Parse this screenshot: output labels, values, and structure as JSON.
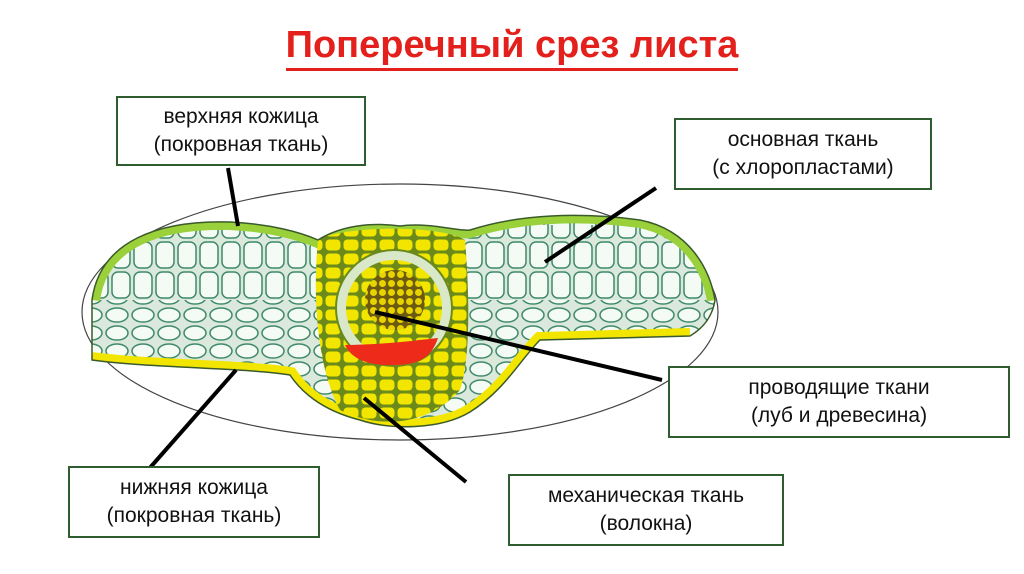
{
  "title": "Поперечный срез листа",
  "labels": {
    "upper_epidermis": {
      "line1": "верхняя кожица",
      "line2": "(покровная ткань)"
    },
    "ground_tissue": {
      "line1": "основная ткань",
      "line2": "(с хлоропластами)"
    },
    "conducting_tissue": {
      "line1": "проводящие ткани",
      "line2": "(луб и древесина)"
    },
    "lower_epidermis": {
      "line1": "нижняя кожица",
      "line2": "(покровная ткань)"
    },
    "mechanical_tissue": {
      "line1": "механическая ткань",
      "line2": "(волокна)"
    }
  },
  "colors": {
    "title": "#e3201b",
    "upper_epidermis": "#9ad03a",
    "mechanical": "#f2e600",
    "phloem": "#ee2a1a",
    "ground_cells": "#eef5ee",
    "cell_outline": "#3f8a6a",
    "label_border": "#2f5d2f"
  }
}
